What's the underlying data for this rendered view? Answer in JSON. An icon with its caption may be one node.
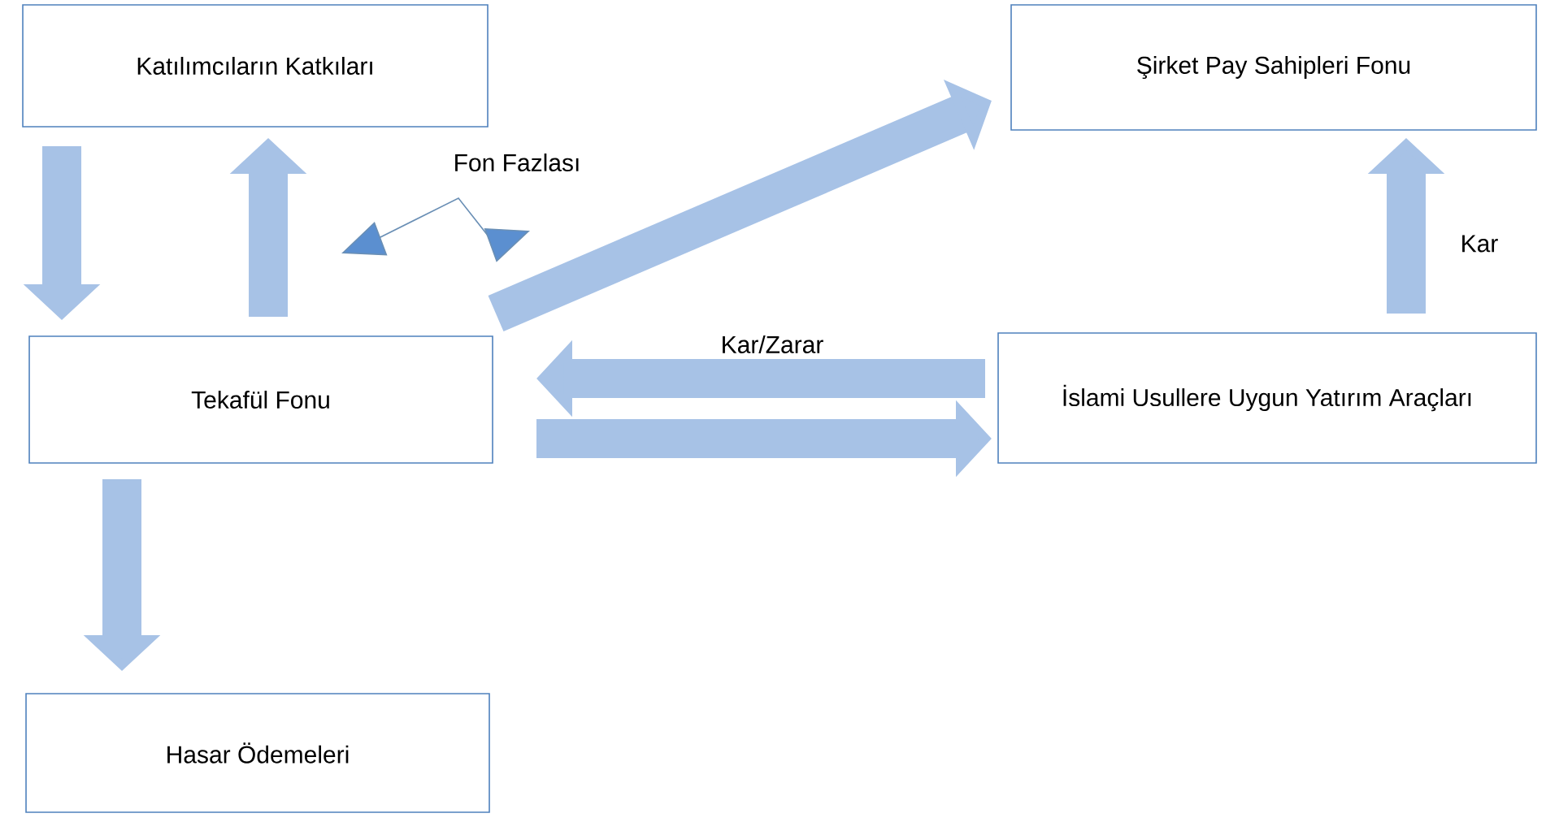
{
  "diagram": {
    "nodes": [
      {
        "text": [
          "Katılımcıların Katkıları"
        ]
      },
      {
        "text": [
          "Şirket Pay Sahipleri Fonu"
        ]
      },
      {
        "text": [
          "Tekafül Fonu"
        ]
      },
      {
        "text": [
          "İslami Usullere Uygun Yatırım Araçları"
        ]
      },
      {
        "text": [
          "Hasar Ödemeleri"
        ]
      }
    ],
    "edges": [
      {
        "from": 0,
        "to": 2,
        "arrow": "to"
      },
      {
        "from": 2,
        "to": 0,
        "arrow": "to"
      },
      {
        "from": 2,
        "to": 1,
        "arrow": "to"
      },
      {
        "from": 3,
        "to": 2,
        "arrow": "to",
        "label": "Kar/Zarar"
      },
      {
        "from": 2,
        "to": 3,
        "arrow": "to"
      },
      {
        "from": 3,
        "to": 1,
        "arrow": "to",
        "label": "Kar"
      },
      {
        "from": 2,
        "to": 4,
        "arrow": "to"
      }
    ],
    "labels": [
      "Fon Fazlası"
    ]
  }
}
